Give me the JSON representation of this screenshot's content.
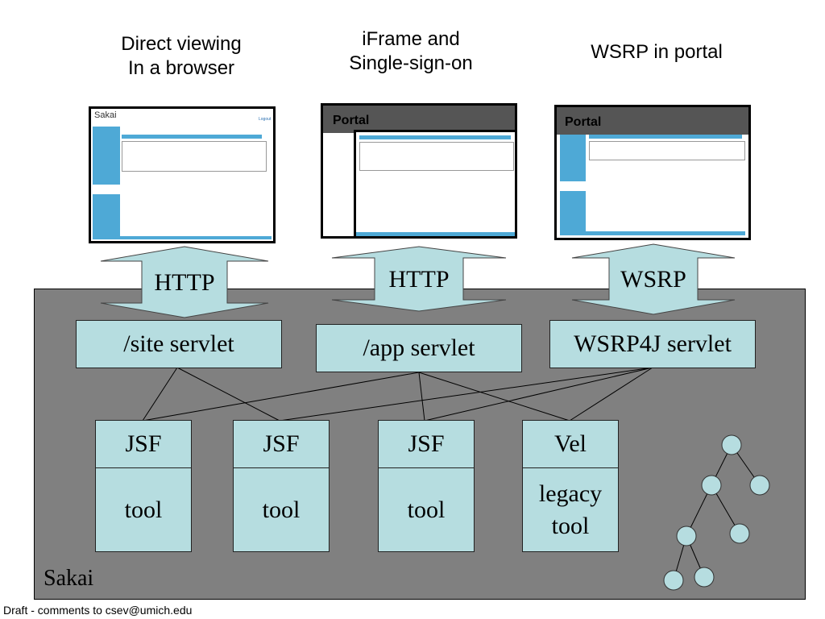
{
  "headings": {
    "direct": [
      "Direct viewing",
      "In a browser"
    ],
    "iframe": [
      "iFrame and",
      "Single-sign-on"
    ],
    "wsrp": [
      "WSRP in portal"
    ]
  },
  "arrows": {
    "http1": "HTTP",
    "http2": "HTTP",
    "wsrp": "WSRP"
  },
  "servlets": {
    "site": "/site servlet",
    "app": "/app servlet",
    "wsrp4j": "WSRP4J servlet"
  },
  "tools": [
    {
      "top": "JSF",
      "bottom": [
        "tool"
      ]
    },
    {
      "top": "JSF",
      "bottom": [
        "tool"
      ]
    },
    {
      "top": "JSF",
      "bottom": [
        "tool"
      ]
    },
    {
      "top": "Vel",
      "bottom": [
        "legacy",
        "tool"
      ]
    }
  ],
  "sakai_label": "Sakai",
  "portal_label": "Portal",
  "screen1": {
    "logo": "Sakai",
    "logout": "Logout"
  },
  "footer": "Draft - comments to csev@umich.edu",
  "colors": {
    "box_fill": "#b6dde0",
    "sakai_bg": "#808080",
    "arrow_fill": "#b6dde0",
    "screen_sidebar": "#4ea9d6"
  }
}
